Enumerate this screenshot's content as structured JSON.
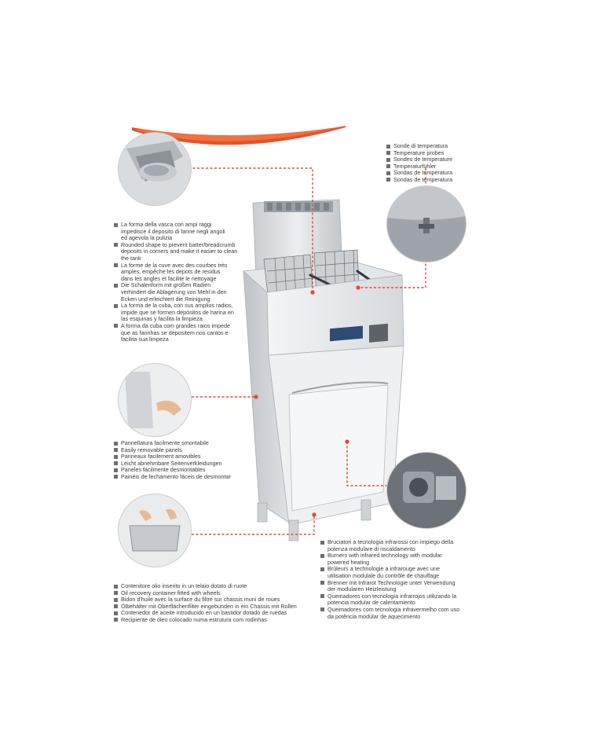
{
  "accent_color": "#e24b2a",
  "icons": [
    "language-flag-icon"
  ],
  "callouts": {
    "probes": {
      "lines": [
        {
          "text": "Sonde di temperatura"
        },
        {
          "text": "Temperature probes"
        },
        {
          "text": "Sondes de temperature"
        },
        {
          "text": "Temperaturfühler"
        },
        {
          "text": "Sondas de temperatura"
        },
        {
          "text": "Sondas de temperatura"
        }
      ]
    },
    "tank": {
      "lines": [
        {
          "text": "La forma della vasca con ampi raggi",
          "cont": [
            "impedisce il deposito di farine negli angoli",
            "ed agevola la pulizia"
          ]
        },
        {
          "text": "Rounded shape to prevent batter/breadcrumb",
          "cont": [
            "deposits in corners and make it easier to clean",
            "the tank"
          ]
        },
        {
          "text": "La forme de la cuve avec des courbes très",
          "cont": [
            "amples, empêche les depots de residus",
            "dans les angles et facilite le nettoyage"
          ]
        },
        {
          "text": "Die Schalenform mit großen Radien",
          "cont": [
            "verhindert die Ablagerung von Mehl in den",
            "Ecken und erleichtert die Reinigung"
          ]
        },
        {
          "text": "La forma de la cuba, con sus amplios radios,",
          "cont": [
            "impide que se formen depósitos de harina en",
            "las esquinas y facilita la limpieza"
          ]
        },
        {
          "text": "A forma da cuba com grandes raios impede",
          "cont": [
            "que as farinhas se depositem nos cantos e",
            "facilita sua limpeza"
          ]
        }
      ]
    },
    "panels": {
      "lines": [
        {
          "text": "Pannellatura facilmente smontabile"
        },
        {
          "text": "Easily removable panels"
        },
        {
          "text": "Panneaux facilement amovibles"
        },
        {
          "text": "Leicht abnehmbare Seitenverkleidungen"
        },
        {
          "text": "Paneles fácilmente desmontables"
        },
        {
          "text": "Painéis de fechamento fáceis de desmontar"
        }
      ]
    },
    "burners": {
      "lines": [
        {
          "text": "Bruciatori a tecnologia infrarossi con impiego della",
          "cont": [
            "potenza modulare di riscaldamento"
          ]
        },
        {
          "text": "Burners with infrared technology with modular",
          "cont": [
            "powered heating"
          ]
        },
        {
          "text": "Brûleurs a technologie a infrarouge avec une",
          "cont": [
            "utilisation modulale du contrôle de chauffage"
          ]
        },
        {
          "text": "Brenner mit Infrarot Technologie unter Verwendung",
          "cont": [
            "der modularen Heizleistung"
          ]
        },
        {
          "text": "Quemadores con tecnología infrarrojos utilizando la",
          "cont": [
            "potencia modular de calentamiento"
          ]
        },
        {
          "text": "Queimadores com tecnologia infravermelho com uso",
          "cont": [
            "da potência modular de aquecimento"
          ]
        }
      ]
    },
    "oil": {
      "lines": [
        {
          "text": "Contenitore olio inserito in un telaio dotato di ruote"
        },
        {
          "text": "Oil recovery container fitted with wheels"
        },
        {
          "text": "Bidon d'huile avec la surface du filtre sur chassis muni de roues"
        },
        {
          "text": "Ölbehälter mit Oberflächenfilter eingebunden in ein Chassis mit Rollen"
        },
        {
          "text": "Contenedor de aceite introducido en un bastidor dotado de ruedas"
        },
        {
          "text": "Recipiente de óleo colocado numa estrutura com rodinhas"
        }
      ]
    }
  }
}
